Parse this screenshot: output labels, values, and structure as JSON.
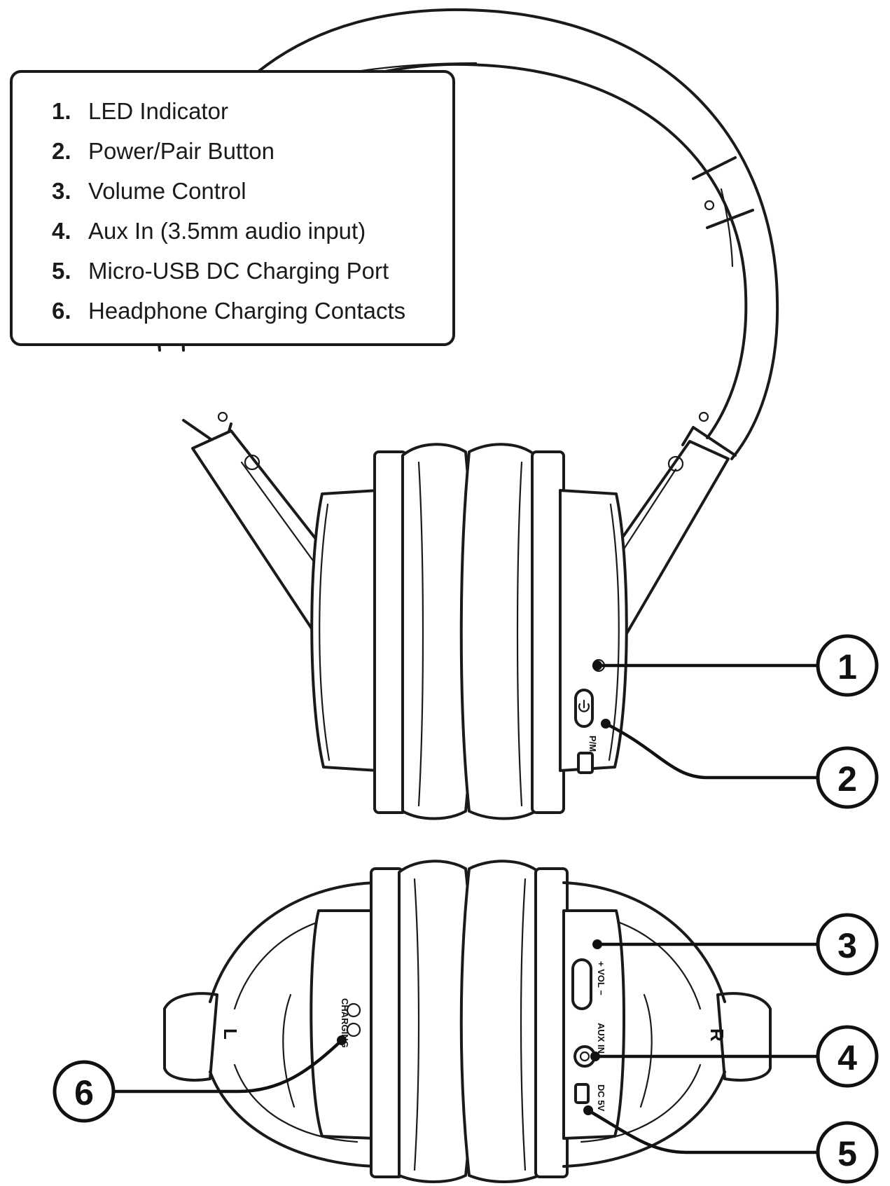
{
  "legend": {
    "items": [
      {
        "number": "1.",
        "label": "LED Indicator"
      },
      {
        "number": "2.",
        "label": "Power/Pair Button"
      },
      {
        "number": "3.",
        "label": "Volume Control"
      },
      {
        "number": "4.",
        "label": "Aux In (3.5mm audio input)"
      },
      {
        "number": "5.",
        "label": "Micro-USB DC Charging Port"
      },
      {
        "number": "6.",
        "label": "Headphone Charging Contacts"
      }
    ]
  },
  "callouts": {
    "c1": "1",
    "c2": "2",
    "c3": "3",
    "c4": "4",
    "c5": "5",
    "c6": "6"
  },
  "printed_marks": {
    "left_side": "L",
    "right_side": "R",
    "volume": "+ VOL −",
    "aux": "AUX IN",
    "dc": "DC 5V",
    "pair": "P/M",
    "charging": "CHARGING"
  }
}
